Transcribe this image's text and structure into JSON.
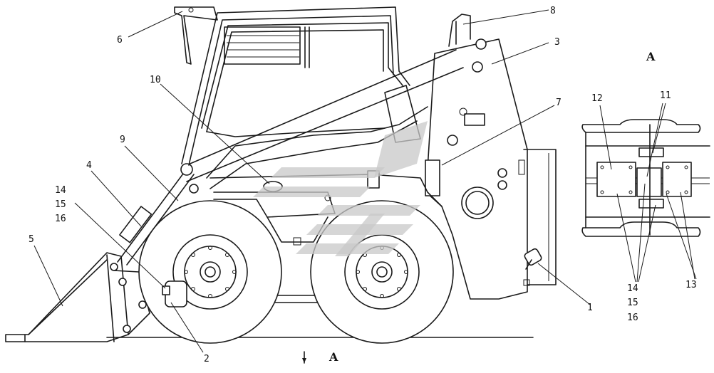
{
  "callouts": {
    "c1": "1",
    "c2": "2",
    "c3": "3",
    "c4": "4",
    "c5": "5",
    "c6": "6",
    "c7": "7",
    "c8": "8",
    "c9": "9",
    "c10": "10",
    "c11": "11",
    "c12": "12",
    "c13": "13",
    "c14a": "14",
    "c15a": "15",
    "c16a": "16",
    "c14b": "14",
    "c15b": "15",
    "c16b": "16"
  },
  "view_labels": {
    "detail_view": "A",
    "arrow_view": "A"
  },
  "colors": {
    "line": "#1a1a1a",
    "watermark": "#c8c8c8"
  }
}
